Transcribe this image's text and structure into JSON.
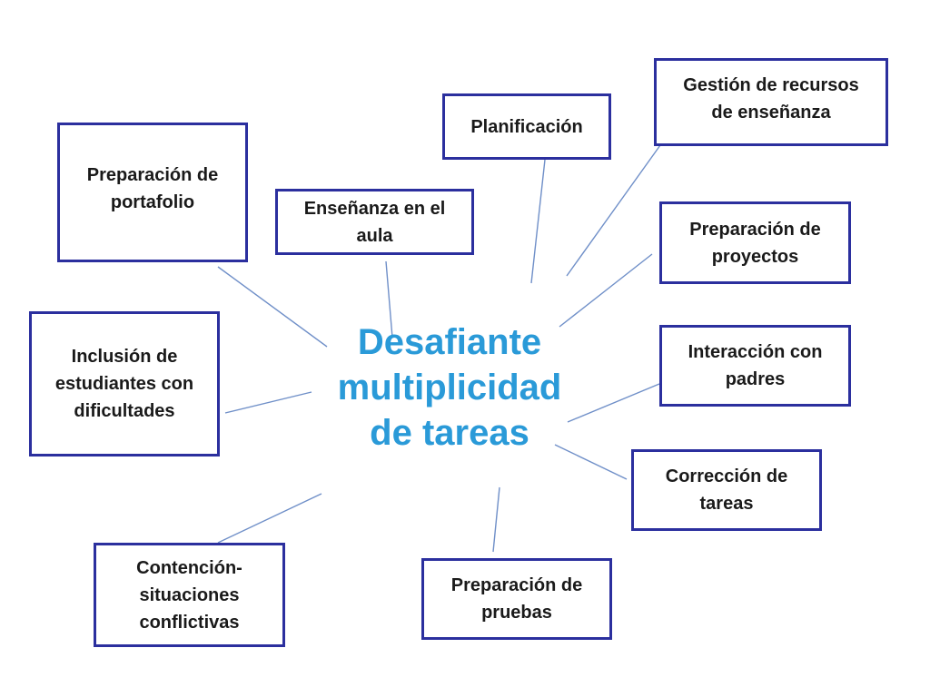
{
  "diagram": {
    "center": "Desafiante\nmultiplicidad\nde tareas",
    "nodes": {
      "gestion": "Gestión de recursos\nde enseñanza",
      "planificacion": "Planificación",
      "portafolio": "Preparación de\nportafolio",
      "ensenanza": "Enseñanza en el\naula",
      "proyectos": "Preparación de\nproyectos",
      "inclusion": "Inclusión de\nestudiantes con\ndificultades",
      "interaccion": "Interacción con\npadres",
      "correccion": "Corrección de\ntareas",
      "contencion": "Contención-\nsituaciones\nconflictivas",
      "pruebas": "Preparación de\npruebas"
    },
    "colors": {
      "box_border": "#2b2f9e",
      "center_text": "#2a9ad8",
      "connector": "#6f8fc8"
    }
  }
}
